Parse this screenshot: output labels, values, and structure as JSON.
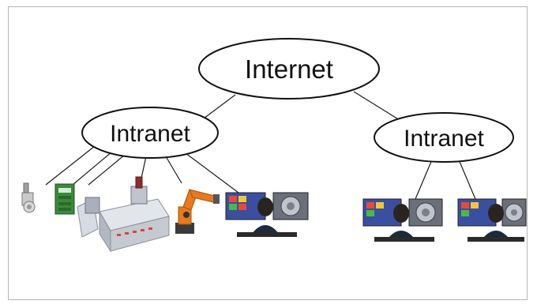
{
  "nodes": {
    "internet": {
      "label": "Internet"
    },
    "intranet_left": {
      "label": "Intranet"
    },
    "intranet_right": {
      "label": "Intranet"
    }
  },
  "devices_left": [
    {
      "icon": "sensor-device-icon"
    },
    {
      "icon": "plc-module-icon"
    },
    {
      "icon": "cnc-machine-icon"
    },
    {
      "icon": "industrial-robot-arm-icon"
    },
    {
      "icon": "operator-workstation-icon"
    }
  ],
  "devices_right": [
    {
      "icon": "operator-workstation-icon"
    },
    {
      "icon": "operator-workstation-icon"
    }
  ],
  "colors": {
    "line": "#1a1a1a",
    "robot": "#e87a1c",
    "plc": "#3a8a3a",
    "machine": "#c8ccd4",
    "screen": "#3b4fa0"
  }
}
